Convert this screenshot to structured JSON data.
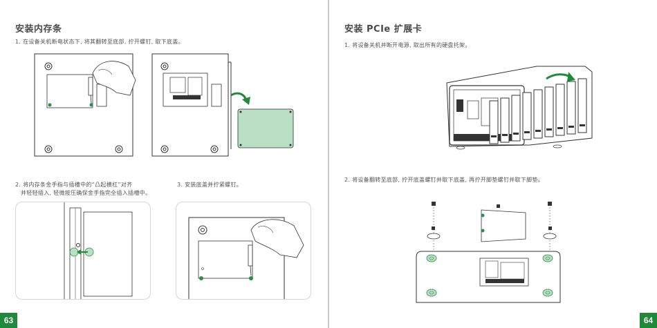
{
  "left_page": {
    "title": "安装内存条",
    "step1": "1. 在设备关机断电状态下, 将其翻转至底部, 拧开螺钉, 取下底盖。",
    "step2_line1": "2. 将内存条金手指与插槽中的“凸起横杠”对齐",
    "step2_line2": "并轻轻插入, 轻微按压确保金手指完全插入插槽中。",
    "step3": "3. 安装底盖并拧紧螺钉。",
    "page_number": "63"
  },
  "right_page": {
    "title": "安装 PCIe 扩展卡",
    "step1": "1. 将设备关机并断开电源, 取出所有的硬盘托架。",
    "step2": "2. 将设备翻转至底部, 拧开底盖螺钉并取下底盖, 再拧开脚垫螺钉并取下脚垫。",
    "page_number": "64"
  },
  "colors": {
    "accent_green": "#1e8a3a",
    "memory_fill": "#b9dfc4",
    "line": "#333333"
  },
  "icons": [
    "screwdriver-hand-icon",
    "arrow-icon",
    "screw-icon",
    "drive-tray-icon"
  ]
}
